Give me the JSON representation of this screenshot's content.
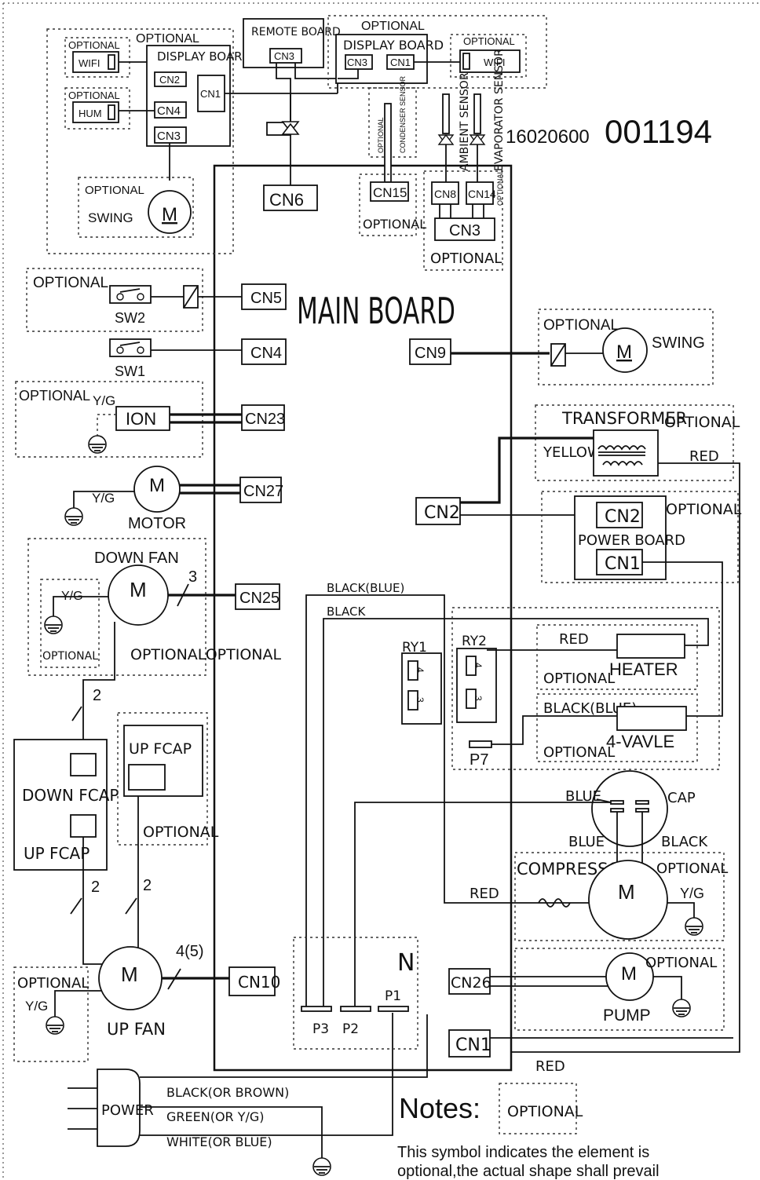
{
  "main_board": {
    "title": "MAIN BOARD"
  },
  "code": {
    "prefix": "16020600",
    "suffix": "001194"
  },
  "optional": "OPTIONAL",
  "top": {
    "wifi": "WIFI",
    "hum": "HUM",
    "display_board": "DISPLAY BOARD",
    "remote_board": "REMOTE BOARD",
    "swing": "SWING",
    "m": "M",
    "condenser_sensor": "CONDENSER SENSOR",
    "ambient_sensor": "AMBIENT SENSOR",
    "evaporator_sensor": "EVAPORATOR SENSOR"
  },
  "connectors": {
    "cn1": "CN1",
    "cn2": "CN2",
    "cn3": "CN3",
    "cn4": "CN4",
    "cn5": "CN5",
    "cn6": "CN6",
    "cn8": "CN8",
    "cn9": "CN9",
    "cn10": "CN10",
    "cn14": "CN14",
    "cn15": "CN15",
    "cn23": "CN23",
    "cn25": "CN25",
    "cn26": "CN26",
    "cn27": "CN27"
  },
  "left": {
    "sw1": "SW1",
    "sw2": "SW2",
    "yg": "Y/G",
    "ion": "ION",
    "motor": "MOTOR",
    "down_fan": "DOWN FAN",
    "optional_optional": "OPTIONALOPTIONAL",
    "three": "3",
    "two": "2",
    "down_fcap": "DOWN  FCAP",
    "up_fcap": "UP  FCAP",
    "up_fcap_opt": "UP FCAP",
    "four_five": "4(5)",
    "up_fan": "UP FAN",
    "power": "POWER"
  },
  "right": {
    "transformer": "TRANSFORMER",
    "yellow": "YELLOW",
    "red": "RED",
    "power_board": "POWER BOARD",
    "black_blue": "BLACK(BLUE)",
    "black": "BLACK",
    "ry1": "RY1",
    "ry2": "RY2",
    "heater": "HEATER",
    "four_valve": "4-VAVLE",
    "p7": "P7",
    "blue": "BLUE",
    "cap": "CAP",
    "compressor": "COMPRESSOR",
    "pump": "PUMP",
    "n": "N",
    "p1": "P1",
    "p2": "P2",
    "p3": "P3",
    "pin4": "4",
    "pin3": "3"
  },
  "power_wires": {
    "l1": "BLACK(OR BROWN)",
    "l2": "GREEN(OR Y/G)",
    "l3": "WHITE(OR BLUE)"
  },
  "notes": {
    "title": "Notes:",
    "line1": "This symbol indicates the element is",
    "line2": "optional,the actual shape shall prevail"
  }
}
